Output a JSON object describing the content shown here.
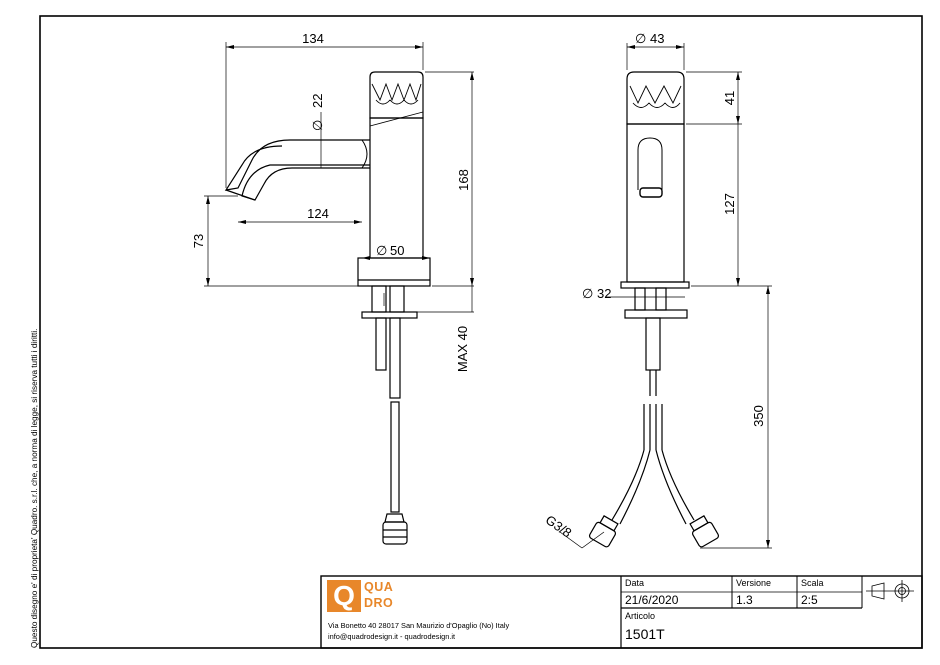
{
  "copyright": "Questo disegno e' di proprieta' Quadro. s.r.l. che, a norma di legge, si riserva tutti i diritti.",
  "company": {
    "logo_letter": "Q",
    "logo_line1": "QUA",
    "logo_line2": "DRO",
    "address": "Via Bonetto 40  28017 San Maurizio d'Opaglio (No) Italy",
    "contact": "info@quadrodesign.it  -  quadrodesign.it",
    "brand_color": "#e8872a"
  },
  "title_block": {
    "date_label": "Data",
    "date_value": "21/6/2020",
    "version_label": "Versione",
    "version_value": "1.3",
    "scale_label": "Scala",
    "scale_value": "2:5",
    "article_label": "Articolo",
    "article_value": "1501T"
  },
  "dimensions": {
    "side": {
      "total_width": "134",
      "spout_diameter": "22",
      "body_height": "168",
      "spout_reach": "124",
      "spout_height": "73",
      "base_diameter": "50",
      "max_thickness": "MAX 40"
    },
    "front": {
      "top_diameter": "43",
      "handle_height": "41",
      "body_height": "127",
      "shank_diameter": "32",
      "hose_length": "350",
      "thread": "G3/8"
    }
  },
  "symbols": {
    "diameter": "∅"
  }
}
